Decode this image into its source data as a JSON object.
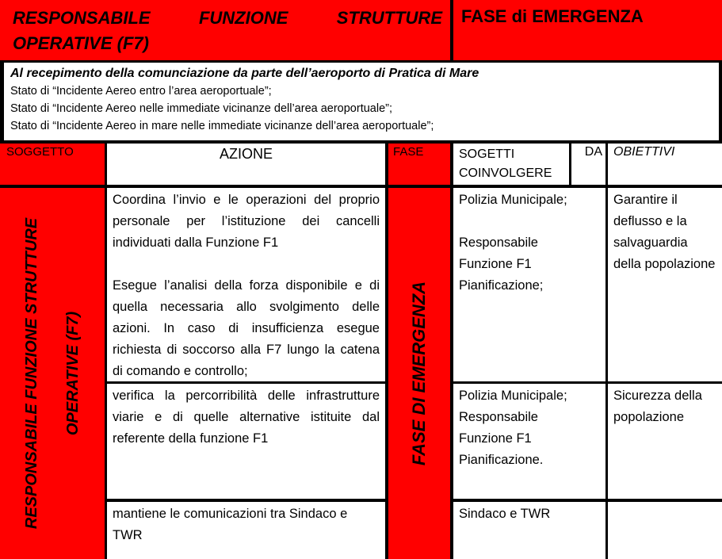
{
  "header": {
    "title_line1": "RESPONSABILE FUNZIONE STRUTTURE",
    "title_line2": "OPERATIVE (F7)",
    "phase": "FASE di EMERGENZA"
  },
  "intro": {
    "lead": "Al recepimento della comunciazione da parte dell’aeroporto di Pratica di Mare",
    "lines": [
      "Stato di “Incidente Aereo entro l’area aeroportuale”;",
      "Stato di “Incidente Aereo nelle immediate vicinanze dell’area aeroportuale”;",
      "Stato di “Incidente Aereo in mare nelle immediate vicinanze dell’area aeroportuale”;"
    ]
  },
  "columns": {
    "soggetto": "SOGGETTO",
    "azione": "AZIONE",
    "fase": "FASE",
    "soggetti_line1": "SOGETTI",
    "soggetti_line2": "COINVOLGERE",
    "da": "DA",
    "obiettivi": "OBIETTIVI"
  },
  "soggetto_col": {
    "line1": "RESPONSABILE FUNZIONE STRUTTURE",
    "line2": "OPERATIVE (F7)"
  },
  "fase_col": "FASE DI EMERGENZA",
  "rows": [
    {
      "azione": [
        "Coordina l’invio e le operazioni del proprio personale per l’istituzione dei cancelli individuati dalla Funzione F1",
        "Esegue l’analisi della forza disponibile e di quella necessaria allo svolgimento delle azioni. In caso di insufficienza esegue richiesta di soccorso alla F7 lungo la catena di comando e controllo;"
      ],
      "soggetti": [
        "Polizia Municipale;",
        "Responsabile Funzione F1 Pianificazione;"
      ],
      "obiettivi": "Garantire il deflusso e la salvaguardia della popolazione"
    },
    {
      "azione": [
        "verifica la percorribilità delle infrastrutture viarie e di quelle alternative istituite dal referente della funzione F1"
      ],
      "soggetti": [
        "Polizia Municipale; Responsabile Funzione F1 Pianificazione."
      ],
      "obiettivi": "Sicurezza della popolazione"
    },
    {
      "azione": [
        "mantiene le comunicazioni tra Sindaco e TWR"
      ],
      "soggetti": [
        "Sindaco e TWR"
      ],
      "obiettivi": ""
    }
  ]
}
